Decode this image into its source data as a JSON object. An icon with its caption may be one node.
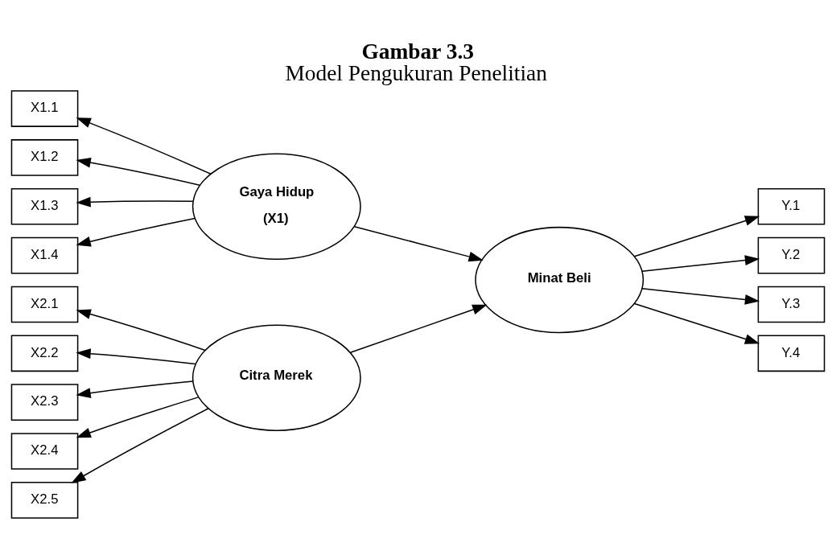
{
  "diagram": {
    "title": "Gambar 3.3",
    "caption": "Model Pengukuran Penelitian",
    "nodes": [
      {
        "text": [
          "X1.1"
        ]
      },
      {
        "text": [
          "X1.2"
        ]
      },
      {
        "text": [
          "X1.3"
        ]
      },
      {
        "text": [
          "X1.4"
        ]
      },
      {
        "text": [
          "Gaya Hidup",
          "(X1)"
        ]
      },
      {
        "text": [
          "X2.1"
        ]
      },
      {
        "text": [
          "X2.2"
        ]
      },
      {
        "text": [
          "X2.3"
        ]
      },
      {
        "text": [
          "X2.4"
        ]
      },
      {
        "text": [
          "X2.5"
        ]
      },
      {
        "text": [
          "Citra Merek"
        ]
      },
      {
        "text": [
          "Minat Beli"
        ]
      },
      {
        "text": [
          "Y.1"
        ]
      },
      {
        "text": [
          "Y.2"
        ]
      },
      {
        "text": [
          "Y.3"
        ]
      },
      {
        "text": [
          "Y.4"
        ]
      }
    ],
    "edges": [
      {
        "from": 4,
        "to": 0,
        "arrow": "to"
      },
      {
        "from": 4,
        "to": 1,
        "arrow": "to"
      },
      {
        "from": 4,
        "to": 2,
        "arrow": "to"
      },
      {
        "from": 4,
        "to": 3,
        "arrow": "to"
      },
      {
        "from": 10,
        "to": 5,
        "arrow": "to"
      },
      {
        "from": 10,
        "to": 6,
        "arrow": "to"
      },
      {
        "from": 10,
        "to": 7,
        "arrow": "to"
      },
      {
        "from": 10,
        "to": 8,
        "arrow": "to"
      },
      {
        "from": 10,
        "to": 9,
        "arrow": "to"
      },
      {
        "from": 4,
        "to": 11,
        "arrow": "to"
      },
      {
        "from": 10,
        "to": 11,
        "arrow": "to"
      },
      {
        "from": 11,
        "to": 12,
        "arrow": "to"
      },
      {
        "from": 11,
        "to": 13,
        "arrow": "to"
      },
      {
        "from": 11,
        "to": 14,
        "arrow": "to"
      },
      {
        "from": 11,
        "to": 15,
        "arrow": "to"
      }
    ]
  }
}
